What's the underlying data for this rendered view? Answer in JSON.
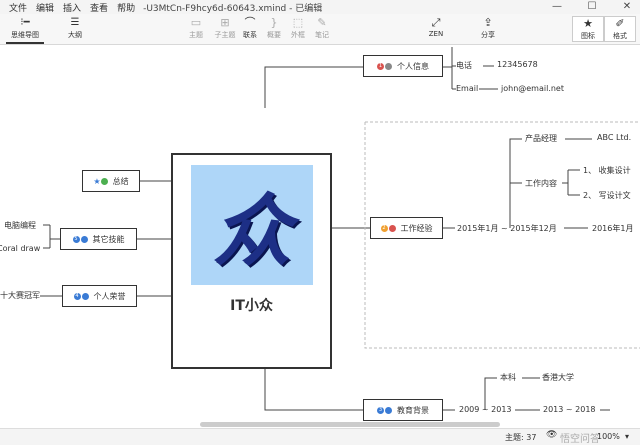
{
  "menu": [
    "文件",
    "编辑",
    "插入",
    "查看",
    "帮助"
  ],
  "window_title": "-U3MtCn-F9hcy6d-60643.xmind - 已编辑",
  "window_controls": [
    "—",
    "☐",
    "✕"
  ],
  "view_tabs": [
    {
      "label": "思维导图"
    },
    {
      "label": "大纲"
    }
  ],
  "toolbar": {
    "topic": "主题",
    "subtopic": "子主题",
    "relationship": "联系",
    "summary": "概要",
    "boundary": "外框",
    "note": "笔记",
    "zen": "ZEN",
    "share": "分享",
    "icons": "图标",
    "format": "格式"
  },
  "map": {
    "central": {
      "label": "IT小众",
      "glyph": "众"
    },
    "personal_info": {
      "label": "个人信息",
      "badge": "1",
      "phone_label": "电话",
      "phone": "12345678",
      "email_label": "Email",
      "email": "john@email.net"
    },
    "summary": {
      "label": "总结"
    },
    "skills": {
      "label": "其它技能",
      "badge": "5",
      "items": [
        "电脑编程",
        "Coral draw"
      ]
    },
    "honors": {
      "label": "个人荣誉",
      "badge": "4",
      "items": [
        "十大赛冠军"
      ]
    },
    "work": {
      "label": "工作经验",
      "badge": "2",
      "period": "2015年1月 ~ 2015年12月",
      "period2": "2016年1月",
      "role": "产品经理",
      "company": "ABC Ltd.",
      "content_label": "工作内容",
      "tasks": [
        "1、 收集设计",
        "2、 写设计文"
      ]
    },
    "education": {
      "label": "教育背景",
      "badge": "3",
      "period": "2009 ~ 2013",
      "period2": "2013 ~ 2018",
      "degree": "本科",
      "school": "香港大学"
    }
  },
  "status": {
    "topics": "主题: 37",
    "zoom": "100%",
    "watermark": "悟空问答"
  },
  "colors": {
    "accent": "#333333",
    "badge_red": "#d9534f",
    "badge_blue": "#3a7bd5",
    "badge_green": "#4caf50",
    "badge_orange": "#f0a030",
    "central_bg": "#aed6f8",
    "glyph": "#1d2f86"
  }
}
